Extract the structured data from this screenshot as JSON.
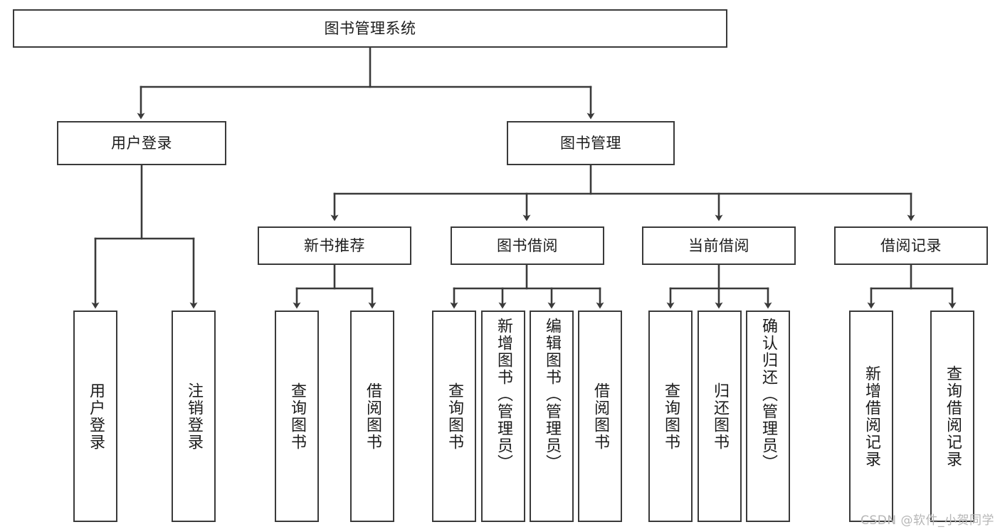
{
  "diagram": {
    "title": "图书管理系统",
    "type": "tree-hierarchy",
    "watermark": "CSDN @软件_小贺同学",
    "colors": {
      "border": "#3a3a3a",
      "background": "#ffffff",
      "text": "#1c1c1c",
      "connector": "#3a3a3a",
      "watermark": "#b6b6b6"
    },
    "root": {
      "label": "图书管理系统"
    },
    "level2": [
      {
        "id": "user-login",
        "label": "用户登录"
      },
      {
        "id": "book-manage",
        "label": "图书管理"
      }
    ],
    "level3": [
      {
        "id": "new-book-recommend",
        "label": "新书推荐"
      },
      {
        "id": "book-borrow",
        "label": "图书借阅"
      },
      {
        "id": "current-borrow",
        "label": "当前借阅"
      },
      {
        "id": "borrow-record",
        "label": "借阅记录"
      }
    ],
    "leaves": {
      "user-login": [
        {
          "id": "leaf-user-login",
          "label": "用户登录"
        },
        {
          "id": "leaf-user-logout",
          "label": "注销登录"
        }
      ],
      "new-book-recommend": [
        {
          "id": "leaf-query-book-1",
          "label": "查询图书"
        },
        {
          "id": "leaf-borrow-book-1",
          "label": "借阅图书"
        }
      ],
      "book-borrow": [
        {
          "id": "leaf-query-book-2",
          "label": "查询图书"
        },
        {
          "id": "leaf-add-book-admin",
          "label": "新增图书（管理员）"
        },
        {
          "id": "leaf-edit-book-admin",
          "label": "编辑图书（管理员）"
        },
        {
          "id": "leaf-borrow-book-2",
          "label": "借阅图书"
        }
      ],
      "current-borrow": [
        {
          "id": "leaf-query-book-3",
          "label": "查询图书"
        },
        {
          "id": "leaf-return-book",
          "label": "归还图书"
        },
        {
          "id": "leaf-confirm-return-admin",
          "label": "确认归还（管理员）"
        }
      ],
      "borrow-record": [
        {
          "id": "leaf-add-borrow-record",
          "label": "新增借阅记录"
        },
        {
          "id": "leaf-query-borrow-record",
          "label": "查询借阅记录"
        }
      ]
    }
  }
}
